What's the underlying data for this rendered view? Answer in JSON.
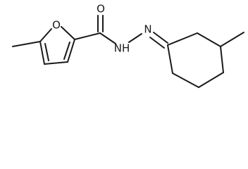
{
  "atoms": {
    "ring_oxygen": "O",
    "carbonyl_oxygen": "O",
    "amide_nh": "NH",
    "hydrazone_n": "N"
  }
}
